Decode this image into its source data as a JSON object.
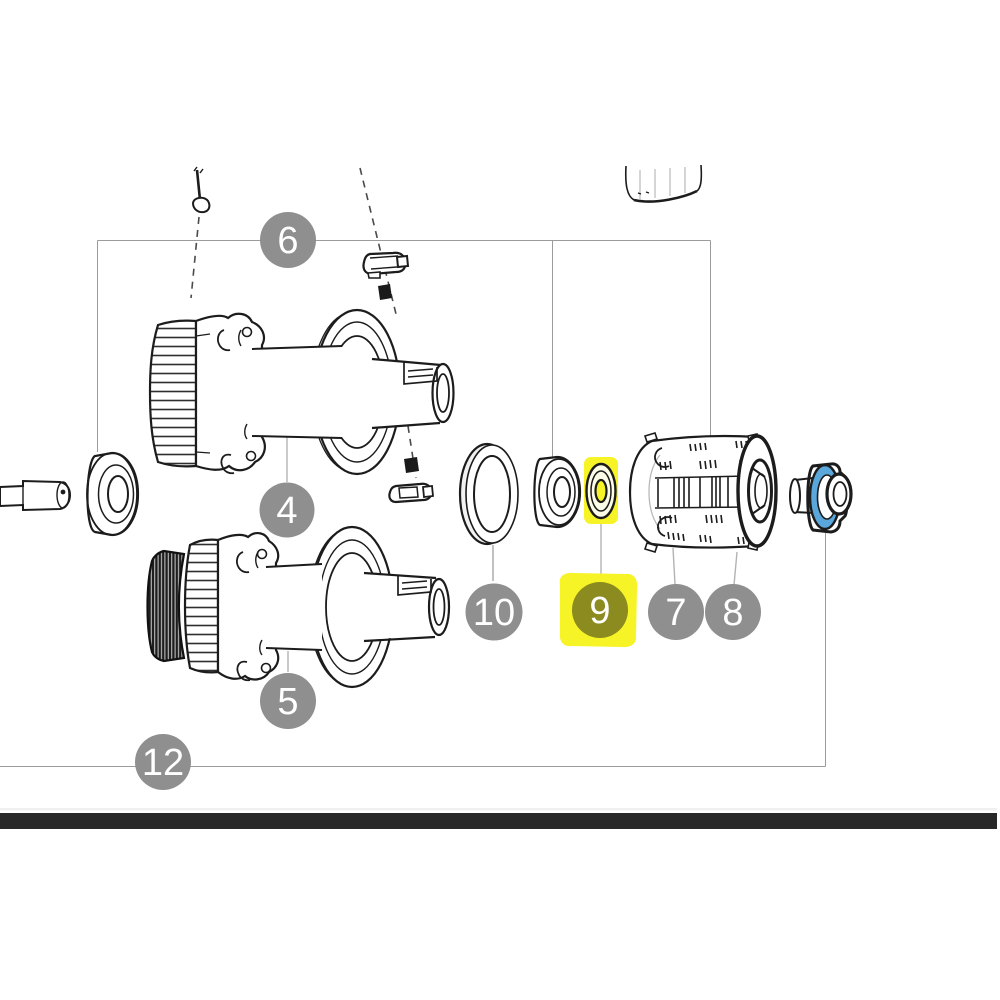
{
  "diagram": {
    "kind": "exploded-parts-diagram",
    "callouts": [
      {
        "label": "6",
        "highlighted": false
      },
      {
        "label": "4",
        "highlighted": false
      },
      {
        "label": "5",
        "highlighted": false
      },
      {
        "label": "10",
        "highlighted": false
      },
      {
        "label": "9",
        "highlighted": true
      },
      {
        "label": "7",
        "highlighted": false
      },
      {
        "label": "8",
        "highlighted": false
      },
      {
        "label": "12",
        "highlighted": false
      }
    ],
    "highlighted_callout": "9",
    "colors": {
      "background": "#ffffff",
      "line": "#1c1c1c",
      "callout": "#8f8f8f",
      "callout_text": "#ffffff",
      "highlight": "#f6f327",
      "highlight_callout": "#8b8b1f",
      "highlight_callout_text": "#efefa2",
      "accent_blue": "#5aa7dc",
      "leader_line": "#b3b3b3",
      "group_line": "#9b9b9b",
      "footer_bar": "#282828"
    }
  }
}
